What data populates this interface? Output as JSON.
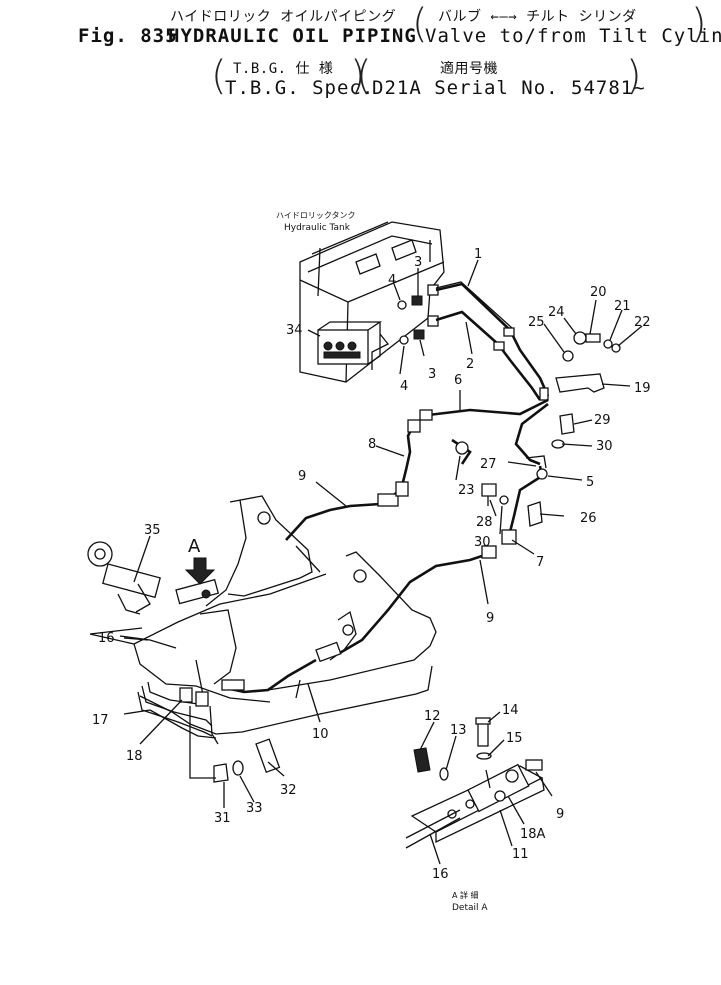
{
  "title": {
    "jp_main": "ハイドロリック オイルパイピング",
    "jp_sub": "バルブ ←—→ チルト シリンダ",
    "fig": "Fig. 835",
    "main": "HYDRAULIC OIL PIPING",
    "sub": "Valve to/from Tilt Cylinder",
    "spec_jp": "T.B.G. 仕 様",
    "spec": "T.B.G. Spec.",
    "serial_jp": "適用号機",
    "serial": "D21A Serial No. 54781~"
  },
  "tank_label": {
    "jp": "ハイドロリックタンク",
    "en": "Hydraulic Tank"
  },
  "detail_label": {
    "jp": "A 詳 細",
    "en": "Detail A"
  },
  "view_arrow": "A",
  "callouts": {
    "c1": "1",
    "c2": "2",
    "c3a": "3",
    "c3b": "3",
    "c4a": "4",
    "c4b": "4",
    "c5": "5",
    "c6": "6",
    "c7": "7",
    "c8": "8",
    "c9a": "9",
    "c9b": "9",
    "c9c": "9",
    "c10": "10",
    "c11": "11",
    "c12": "12",
    "c13": "13",
    "c14": "14",
    "c15": "15",
    "c16a": "16",
    "c16b": "16",
    "c17": "17",
    "c18": "18",
    "c18a": "18A",
    "c19": "19",
    "c20": "20",
    "c21": "21",
    "c22": "22",
    "c23": "23",
    "c24": "24",
    "c25": "25",
    "c26": "26",
    "c27": "27",
    "c28": "28",
    "c29": "29",
    "c30a": "30",
    "c30b": "30",
    "c31": "31",
    "c32": "32",
    "c33": "33",
    "c34": "34",
    "c35": "35"
  }
}
